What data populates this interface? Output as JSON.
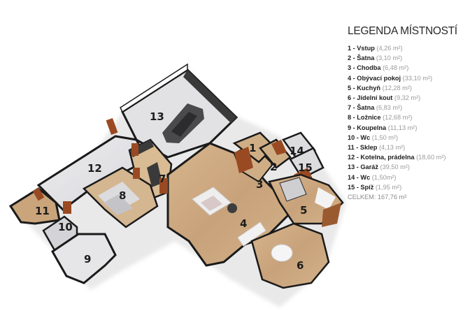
{
  "legend": {
    "title": "LEGENDA MÍSTNOSTÍ",
    "rooms": [
      {
        "num": "1",
        "name": "Vstup",
        "area": "(4,26 m²)"
      },
      {
        "num": "2",
        "name": "Šatna",
        "area": "(3,10 m²)"
      },
      {
        "num": "3",
        "name": "Chodba",
        "area": "(6,48 m²)"
      },
      {
        "num": "4",
        "name": "Obývací pokoj",
        "area": "(33,10 m²)"
      },
      {
        "num": "5",
        "name": "Kuchyň",
        "area": "(12,28 m²)"
      },
      {
        "num": "6",
        "name": "Jídelní kout",
        "area": "(9,32 m²)"
      },
      {
        "num": "7",
        "name": "Šatna",
        "area": "(6,83 m²)"
      },
      {
        "num": "8",
        "name": "Ložnice",
        "area": "(12,68 m²)"
      },
      {
        "num": "9",
        "name": "Koupelna",
        "area": "(11,13 m²)"
      },
      {
        "num": "10",
        "name": "Wc",
        "area": "(1,50 m²)"
      },
      {
        "num": "11",
        "name": "Sklep",
        "area": "(4,13 m²)"
      },
      {
        "num": "12",
        "name": "Kotelna, prádelna",
        "area": "(18,60 m²)"
      },
      {
        "num": "13",
        "name": "Garáž",
        "area": "(39,50 m²)"
      },
      {
        "num": "14",
        "name": "Wc",
        "area": "(1,50m²)"
      },
      {
        "num": "15",
        "name": "Spíž",
        "area": "(1,95 m²)"
      }
    ],
    "total": "CELKEM: 167,76 m²"
  },
  "plan_labels": {
    "r1": "1",
    "r2": "2",
    "r3": "3",
    "r4": "4",
    "r5": "5",
    "r6": "6",
    "r7": "7",
    "r8": "8",
    "r9": "9",
    "r10": "10",
    "r11": "11",
    "r12": "12",
    "r13": "13",
    "r14": "14",
    "r15": "15"
  },
  "colors": {
    "wall": "#1a1a1a",
    "wood_floor": "#c9a57e",
    "light_floor": "#e4e4e6",
    "door": "#9a4a22"
  }
}
